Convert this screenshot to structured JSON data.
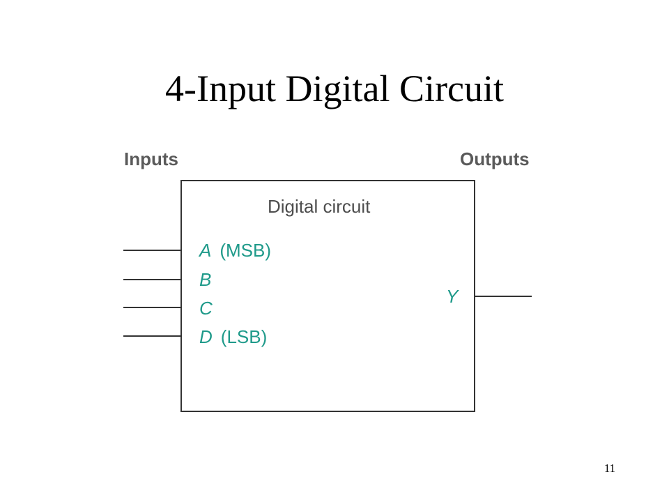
{
  "slide": {
    "title": "4-Input Digital Circuit",
    "page_number": "11"
  },
  "diagram": {
    "inputs_heading": "Inputs",
    "outputs_heading": "Outputs",
    "box_title": "Digital circuit",
    "inputs": [
      {
        "var": "A",
        "note": "(MSB)"
      },
      {
        "var": "B",
        "note": ""
      },
      {
        "var": "C",
        "note": ""
      },
      {
        "var": "D",
        "note": "(LSB)"
      }
    ],
    "output": {
      "var": "Y"
    },
    "colors": {
      "signal_text": "#1f9a8a",
      "heading_text": "#5a5a5a",
      "line": "#333333"
    }
  }
}
